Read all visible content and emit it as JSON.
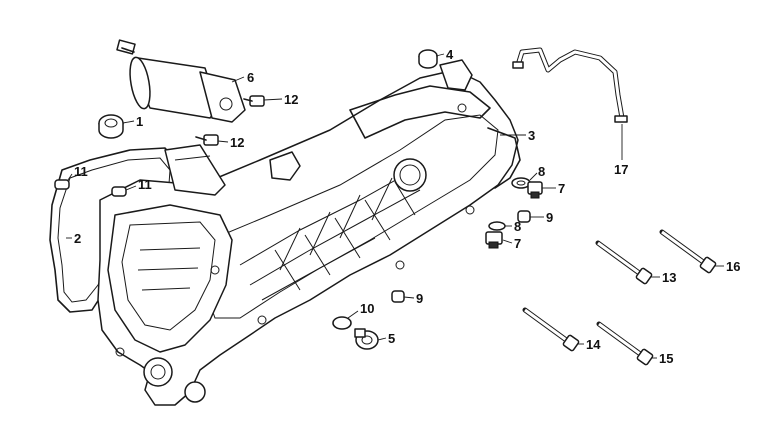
{
  "diagram": {
    "callouts": [
      {
        "id": "c1",
        "text": "1"
      },
      {
        "id": "c2",
        "text": "2"
      },
      {
        "id": "c3",
        "text": "3"
      },
      {
        "id": "c4",
        "text": "4"
      },
      {
        "id": "c5",
        "text": "5"
      },
      {
        "id": "c6",
        "text": "6"
      },
      {
        "id": "c7a",
        "text": "7"
      },
      {
        "id": "c7b",
        "text": "7"
      },
      {
        "id": "c8a",
        "text": "8"
      },
      {
        "id": "c8b",
        "text": "8"
      },
      {
        "id": "c9a",
        "text": "9"
      },
      {
        "id": "c9b",
        "text": "9"
      },
      {
        "id": "c10",
        "text": "10"
      },
      {
        "id": "c11a",
        "text": "11"
      },
      {
        "id": "c11b",
        "text": "11"
      },
      {
        "id": "c12a",
        "text": "12"
      },
      {
        "id": "c12b",
        "text": "12"
      },
      {
        "id": "c13",
        "text": "13"
      },
      {
        "id": "c14",
        "text": "14"
      },
      {
        "id": "c15",
        "text": "15"
      },
      {
        "id": "c16",
        "text": "16"
      },
      {
        "id": "c17",
        "text": "17"
      }
    ]
  }
}
